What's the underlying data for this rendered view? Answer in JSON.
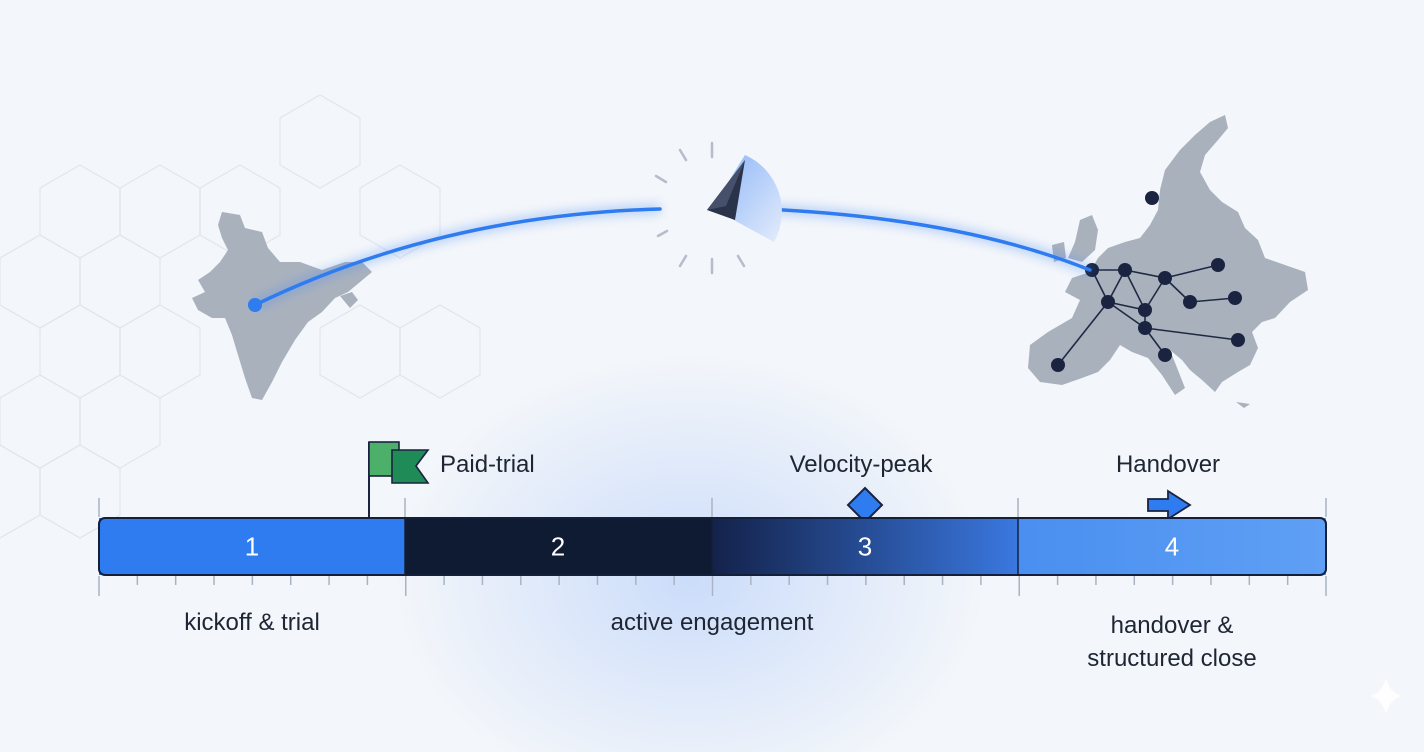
{
  "milestones": {
    "paid_trial": "Paid-trial",
    "velocity_peak": "Velocity-peak",
    "handover": "Handover"
  },
  "segments": [
    {
      "number": "1",
      "caption": "kickoff & trial",
      "color": "#2e7cf0"
    },
    {
      "number": "2",
      "caption": "active engagement",
      "color": "#0f1a33"
    },
    {
      "number": "3",
      "caption": "",
      "color": "#1f3f8a"
    },
    {
      "number": "4",
      "caption": "handover & structured close",
      "color": "#5a9bf2"
    }
  ],
  "icons": {
    "origin": "india-map-icon",
    "destination": "europe-network-map-icon",
    "center": "clock-icon",
    "paid_trial": "flag-icon",
    "velocity_peak": "diamond-icon",
    "handover": "arrow-icon"
  },
  "colors": {
    "accent": "#2e7cf0",
    "dark": "#0f1a33",
    "map": "#a9b1bd",
    "flag": "#4caf6a"
  }
}
